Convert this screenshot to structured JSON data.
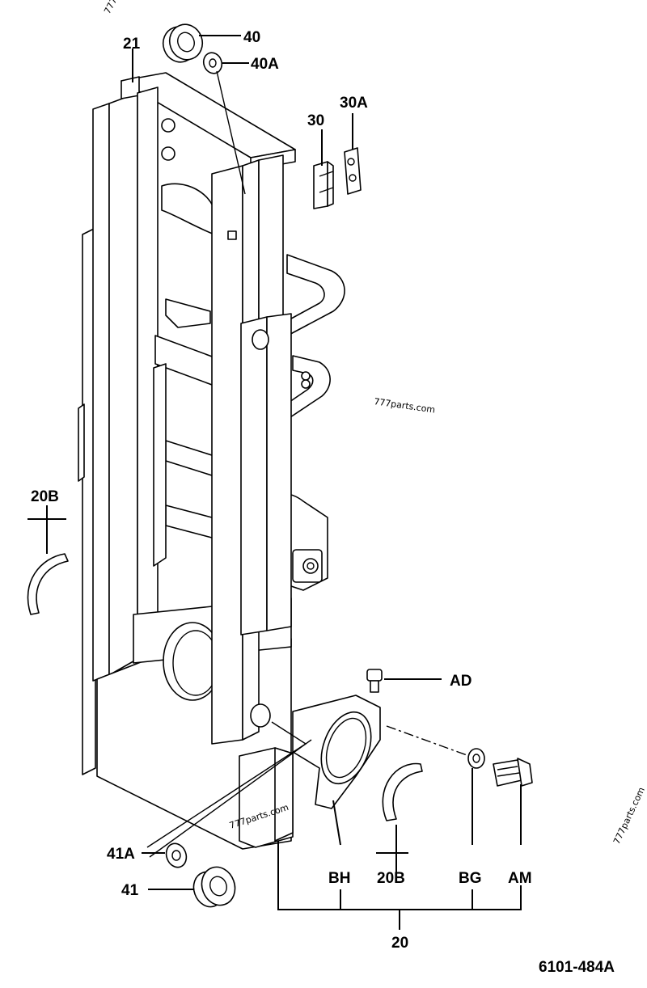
{
  "diagram": {
    "drawing_number": "6101-484A",
    "watermarks": [
      "777parts.com",
      "777parts.com",
      "777parts.com",
      "777parts.com"
    ],
    "callouts": [
      {
        "id": "c21",
        "label": "21"
      },
      {
        "id": "c40",
        "label": "40"
      },
      {
        "id": "c40a",
        "label": "40A"
      },
      {
        "id": "c30",
        "label": "30"
      },
      {
        "id": "c30a",
        "label": "30A"
      },
      {
        "id": "c20b_top",
        "label": "20B"
      },
      {
        "id": "c20b_bottom",
        "label": "20B"
      },
      {
        "id": "cad",
        "label": "AD"
      },
      {
        "id": "cbh",
        "label": "BH"
      },
      {
        "id": "cbg",
        "label": "BG"
      },
      {
        "id": "cam",
        "label": "AM"
      },
      {
        "id": "c41a",
        "label": "41A"
      },
      {
        "id": "c41",
        "label": "41"
      },
      {
        "id": "c20",
        "label": "20"
      }
    ]
  }
}
